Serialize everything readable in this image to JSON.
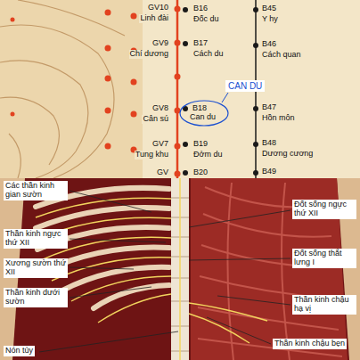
{
  "diagram": {
    "nodes": [
      {
        "text": [
          "B18",
          "Can du"
        ]
      }
    ],
    "labels": [
      "GV10",
      "Linh đài",
      "GV9",
      "Chí dương",
      "GV8",
      "Cân sú",
      "GV7",
      "Tung khu",
      "GV",
      "B16",
      "Đốc du",
      "B17",
      "Cách du",
      "CAN DU",
      "B19",
      "Đởm du",
      "B20",
      "B45",
      "Y hy",
      "B46",
      "Cách quan",
      "B47",
      "Hồn môn",
      "B48",
      "Dương cương",
      "B49",
      "Các thần kinh gian sườn",
      "Thần kinh ngực thứ XII",
      "Xương sườn thứ XII",
      "Thần kinh dưới sườn",
      "Nón tủy",
      "Đốt sống ngực thứ XII",
      "Đốt sống thắt lưng I",
      "Thần kinh chậu hạ vị",
      "Thần kinh chậu bẹn"
    ]
  }
}
